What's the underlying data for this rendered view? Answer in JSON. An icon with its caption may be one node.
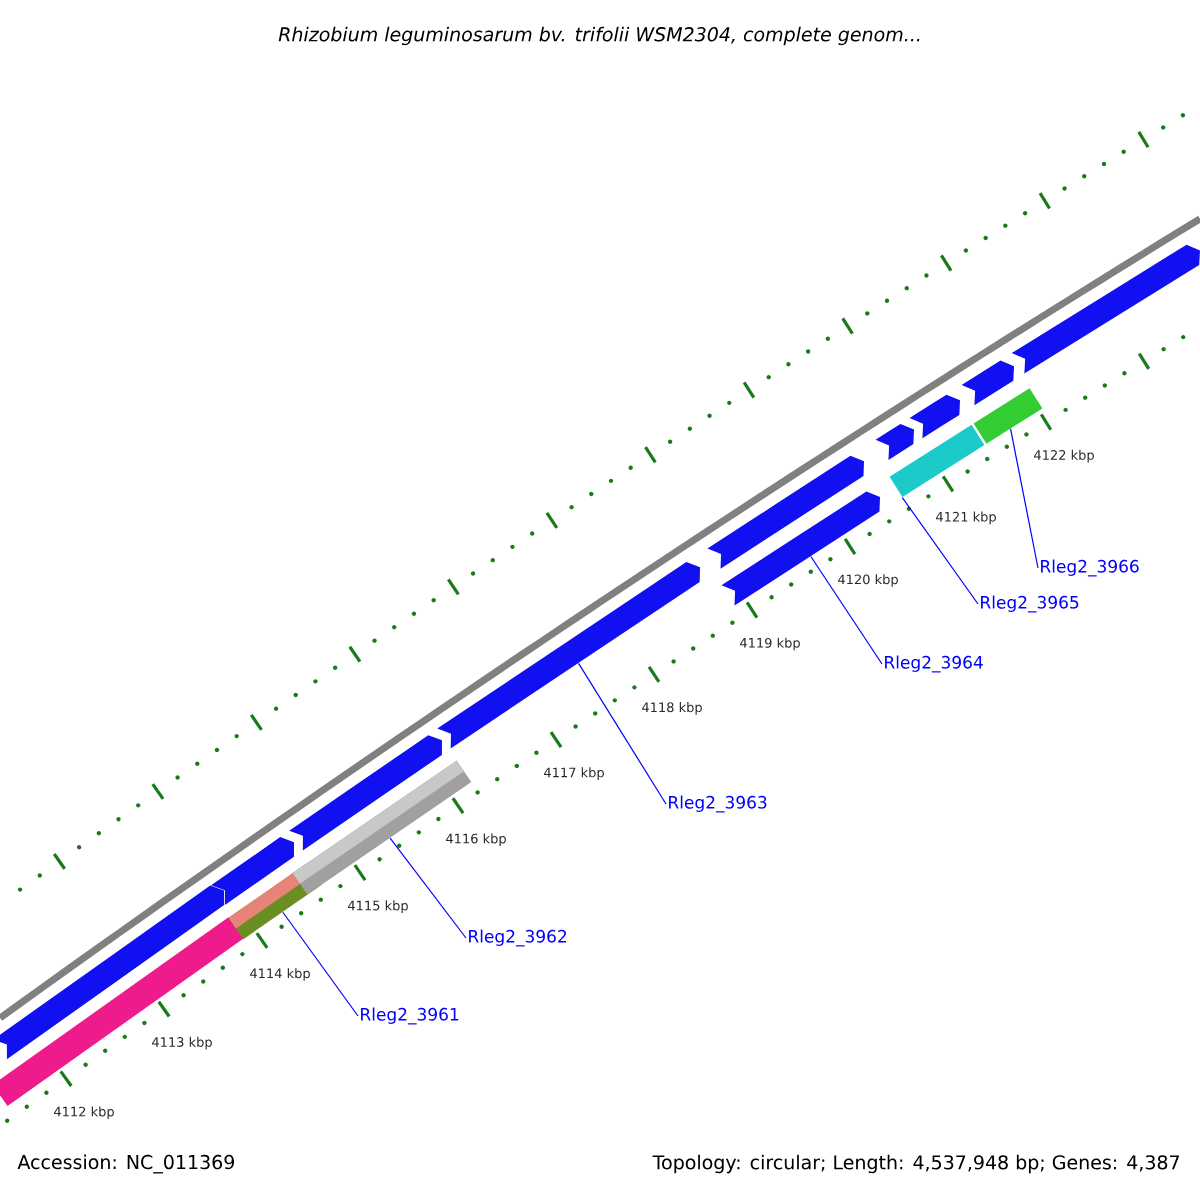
{
  "diagram": {
    "title": "Rhizobium leguminosarum bv. trifolii WSM2304, complete genom...",
    "nodes": [
      {
        "text": [],
        "shape": "bar"
      },
      {
        "text": [],
        "shape": "bar"
      },
      {
        "text": [],
        "shape": "bar"
      },
      {
        "text": [],
        "shape": "bar"
      },
      {
        "text": [],
        "shape": "bar"
      },
      {
        "text": [],
        "shape": "bar"
      },
      {
        "text": [],
        "shape": "bar"
      },
      {
        "text": [],
        "shape": "bar"
      },
      {
        "text": [],
        "shape": "bar"
      },
      {
        "text": [],
        "shape": "bar"
      },
      {
        "text": [],
        "shape": "bar"
      },
      {
        "text": [],
        "shape": "bar"
      },
      {
        "text": [],
        "shape": "bar"
      },
      {
        "text": [],
        "shape": "bar"
      },
      {
        "text": [],
        "shape": "bar"
      },
      {
        "text": [
          "Rleg2_3961"
        ]
      },
      {
        "text": [
          "Rleg2_3962"
        ]
      },
      {
        "text": [
          "Rleg2_3963"
        ]
      },
      {
        "text": [
          "Rleg2_3964"
        ]
      },
      {
        "text": [
          "Rleg2_3965"
        ]
      },
      {
        "text": [
          "Rleg2_3966"
        ]
      }
    ],
    "edges": [
      {
        "from": 15,
        "to": 3,
        "arrow": "none"
      },
      {
        "from": 16,
        "to": 5,
        "arrow": "none"
      },
      {
        "from": 17,
        "to": 6,
        "arrow": "none"
      },
      {
        "from": 18,
        "to": 8,
        "arrow": "none"
      },
      {
        "from": 19,
        "to": 10,
        "arrow": "none"
      },
      {
        "from": 20,
        "to": 12,
        "arrow": "none"
      }
    ],
    "labels": [
      "4112 kbp",
      "4113 kbp",
      "4114 kbp",
      "4115 kbp",
      "4116 kbp",
      "4117 kbp",
      "4118 kbp",
      "4119 kbp",
      "4120 kbp",
      "4121 kbp",
      "4122 kbp",
      "Accession: NC_011369",
      "Topology: circular; Length: 4,537,948 bp; Genes: 4,387"
    ]
  }
}
